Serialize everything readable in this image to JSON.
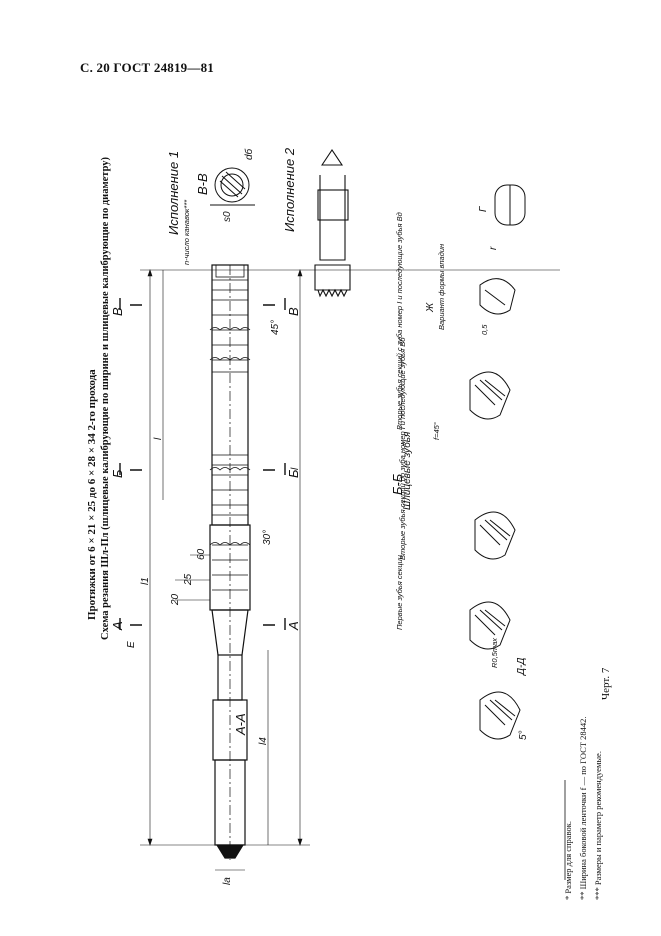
{
  "header": {
    "page_ref": "С. 20 ГОСТ 24819—81"
  },
  "titles": {
    "main": "Протяжки от 6 × 21 × 25 до 6 × 28 × 34 2-го прохода",
    "sub": "Схема резания Шл-Пл (шлицевые калибрующие по ширине и шлицевые калибрующие по диаметру)"
  },
  "versions": {
    "v1": "Исполнение 1",
    "v2": "Исполнение 2"
  },
  "sections": {
    "aa": "А-А",
    "bb": "Б-Б",
    "bb_sub": "Шлицевые зубья",
    "vv": "В-В",
    "dd": "Д-Д",
    "zh": "Ж",
    "zh_caption": "Вариант формы впадин"
  },
  "section_marks": {
    "A": "А",
    "E": "Е",
    "B": "Б",
    "V": "В"
  },
  "tooth_labels": {
    "first": "Первые зубья секции",
    "second_b": "Вторые зубья секций до зуба номер I и последующие зубья Bб",
    "second_d": "Вторые зубья секций с зуба номер I и последующие зубья Bд"
  },
  "dims": {
    "l": "l",
    "l1": "l1",
    "l4": "l4",
    "la": "la",
    "s0": "s0",
    "db": "dб",
    "d20": "20",
    "d25": "25",
    "d60": "60",
    "a30": "30°",
    "a45": "45°",
    "a5": "5°",
    "Ra2_5": "R0,5max",
    "R05": "0,5",
    "f": "f=45°",
    "nchamfer": "n-число канавок***",
    "G": "Г",
    "r": "r"
  },
  "footnotes": [
    "* Размер для справок.",
    "** Ширина боковой ленточки f — по ГОСТ 28442.",
    "*** Размеры и параметр рекомендуемые."
  ],
  "figure": {
    "caption": "Черт. 7"
  }
}
